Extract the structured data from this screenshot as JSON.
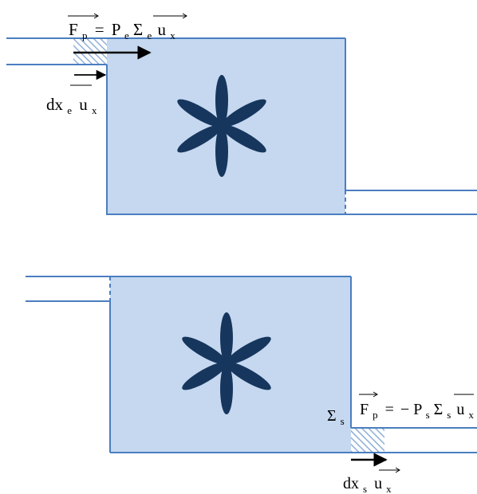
{
  "colors": {
    "fluid_fill": "#c5d8f0",
    "pipe_line": "#4a7ec0",
    "impeller": "#17365d",
    "hatch": "#8fb0d8",
    "arrow": "#000000"
  },
  "icons": {
    "impeller": "six-blade-impeller-icon",
    "hatch": "hatched-fluid-slice",
    "arrow": "right-arrow"
  },
  "labels": {
    "top": {
      "force": {
        "F": "F",
        "F_sub": "p",
        "eq": "=",
        "P": "P",
        "P_sub": "e",
        "Sigma": "Σ",
        "Sigma_sub": "e",
        "u": "u",
        "u_sub": "x"
      },
      "displacement": {
        "d": "dx",
        "d_sub": "e",
        "u": "u",
        "u_sub": "x"
      }
    },
    "bottom": {
      "area": {
        "Sigma": "Σ",
        "Sigma_sub": "s"
      },
      "force": {
        "F": "F",
        "F_sub": "p",
        "eq": "=",
        "minus": "−",
        "P": "P",
        "P_sub": "s",
        "Sigma": "Σ",
        "Sigma_sub": "s",
        "u": "u",
        "u_sub": "x"
      },
      "displacement": {
        "d": "dx",
        "d_sub": "s",
        "u": "u",
        "u_sub": "x"
      }
    }
  }
}
